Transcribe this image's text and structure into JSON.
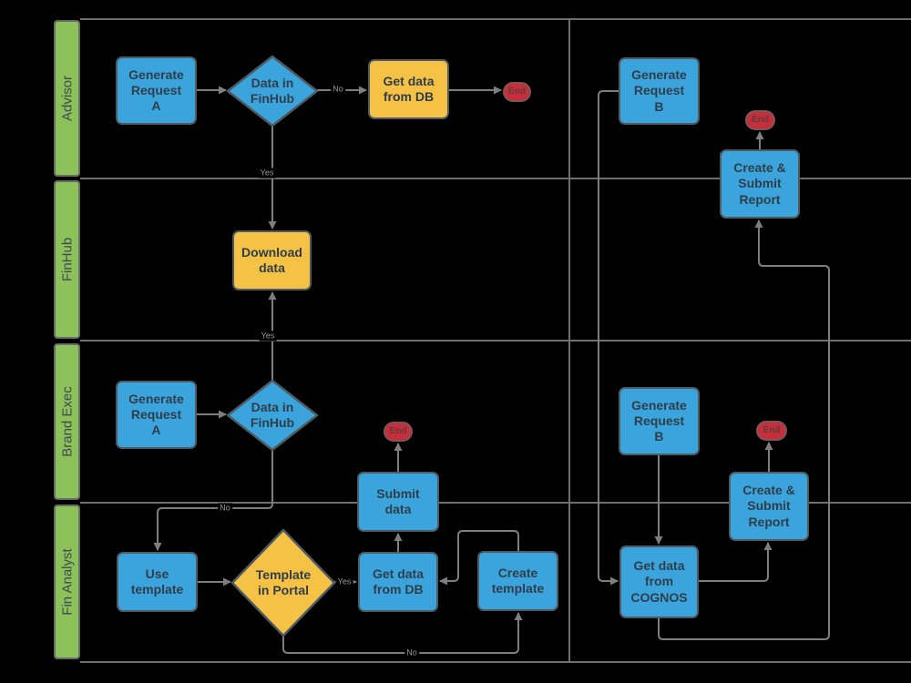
{
  "colors": {
    "blue": "#3BA4DC",
    "yellow": "#F5C245",
    "red": "#C62F3A",
    "green": "#8DC159",
    "border": "#4E5A64",
    "line": "#7E7E7E",
    "grid": "#6F6F6F",
    "textDark": "#2F3E4A",
    "laneText": "#3E4A52",
    "labelGray": "#979797",
    "endText": "#5F3A41",
    "endBorder": "#7D555B",
    "bg": "#000000"
  },
  "lanes": [
    {
      "label": "Advisor"
    },
    {
      "label": "FinHub"
    },
    {
      "label": "Brand Exec"
    },
    {
      "label": "Fin Analyst"
    }
  ],
  "nodes": {
    "gen_req_a_advisor": {
      "label": "Generate\nRequest\nA",
      "type": "process"
    },
    "data_in_finhub_advisor": {
      "label": "Data in\nFinHub",
      "type": "decision"
    },
    "get_data_from_db_advisor": {
      "label": "Get data\nfrom DB",
      "type": "process"
    },
    "end_advisor": {
      "label": "End",
      "type": "terminator"
    },
    "download_data": {
      "label": "Download\ndata",
      "type": "process"
    },
    "gen_req_a_brand": {
      "label": "Generate\nRequest\nA",
      "type": "process"
    },
    "data_in_finhub_brand": {
      "label": "Data in\nFinHub",
      "type": "decision"
    },
    "use_template": {
      "label": "Use\ntemplate",
      "type": "process"
    },
    "template_in_portal": {
      "label": "Template\nin Portal",
      "type": "decision"
    },
    "get_data_from_db_analyst": {
      "label": "Get data\nfrom DB",
      "type": "process"
    },
    "submit_data": {
      "label": "Submit\ndata",
      "type": "process"
    },
    "end_submit": {
      "label": "End",
      "type": "terminator"
    },
    "create_template": {
      "label": "Create\ntemplate",
      "type": "process"
    },
    "gen_req_b_advisor": {
      "label": "Generate\nRequest\nB",
      "type": "process"
    },
    "end_top_right": {
      "label": "End",
      "type": "terminator"
    },
    "create_submit_report_top": {
      "label": "Create &\nSubmit\nReport",
      "type": "process"
    },
    "gen_req_b_brand": {
      "label": "Generate\nRequest\nB",
      "type": "process"
    },
    "get_data_from_cognos": {
      "label": "Get data\nfrom\nCOGNOS",
      "type": "process"
    },
    "create_submit_report_bottom": {
      "label": "Create &\nSubmit\nReport",
      "type": "process"
    },
    "end_bottom_right": {
      "label": "End",
      "type": "terminator"
    }
  },
  "edge_labels": {
    "advisor_no": "No",
    "advisor_yes": "Yes",
    "brand_yes": "Yes",
    "brand_no": "No",
    "portal_yes": "Yes",
    "portal_no": "No"
  }
}
